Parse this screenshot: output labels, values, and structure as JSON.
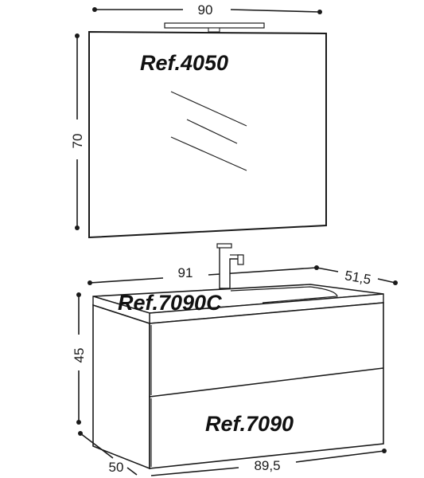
{
  "dimensions": {
    "mirror_width": "90",
    "mirror_height": "70",
    "basin_width": "91",
    "basin_depth": "51,5",
    "cabinet_height": "45",
    "cabinet_depth": "50",
    "cabinet_width": "89,5"
  },
  "refs": {
    "mirror": "Ref.4050",
    "basin": "Ref.7090C",
    "cabinet": "Ref.7090"
  }
}
